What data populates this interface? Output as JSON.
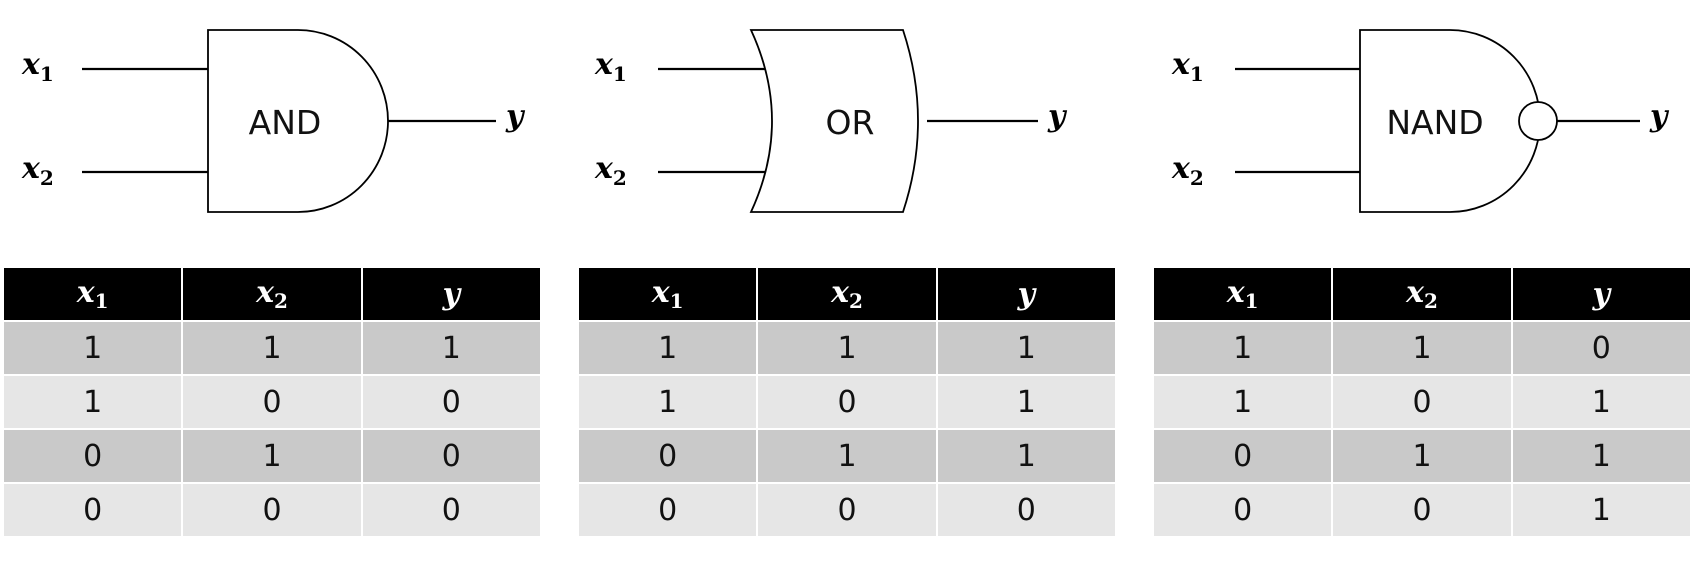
{
  "gates": [
    {
      "label": "AND",
      "inputs": [
        {
          "var": "x",
          "sub": "1"
        },
        {
          "var": "x",
          "sub": "2"
        }
      ],
      "output": "y",
      "table": {
        "headers": [
          {
            "var": "x",
            "sub": "1"
          },
          {
            "var": "x",
            "sub": "2"
          },
          {
            "var": "y",
            "sub": ""
          }
        ],
        "rows": [
          [
            "1",
            "1",
            "1"
          ],
          [
            "1",
            "0",
            "0"
          ],
          [
            "0",
            "1",
            "0"
          ],
          [
            "0",
            "0",
            "0"
          ]
        ]
      }
    },
    {
      "label": "OR",
      "inputs": [
        {
          "var": "x",
          "sub": "1"
        },
        {
          "var": "x",
          "sub": "2"
        }
      ],
      "output": "y",
      "table": {
        "headers": [
          {
            "var": "x",
            "sub": "1"
          },
          {
            "var": "x",
            "sub": "2"
          },
          {
            "var": "y",
            "sub": ""
          }
        ],
        "rows": [
          [
            "1",
            "1",
            "1"
          ],
          [
            "1",
            "0",
            "1"
          ],
          [
            "0",
            "1",
            "1"
          ],
          [
            "0",
            "0",
            "0"
          ]
        ]
      }
    },
    {
      "label": "NAND",
      "inputs": [
        {
          "var": "x",
          "sub": "1"
        },
        {
          "var": "x",
          "sub": "2"
        }
      ],
      "output": "y",
      "table": {
        "headers": [
          {
            "var": "x",
            "sub": "1"
          },
          {
            "var": "x",
            "sub": "2"
          },
          {
            "var": "y",
            "sub": ""
          }
        ],
        "rows": [
          [
            "1",
            "1",
            "0"
          ],
          [
            "1",
            "0",
            "1"
          ],
          [
            "0",
            "1",
            "1"
          ],
          [
            "0",
            "0",
            "1"
          ]
        ]
      }
    }
  ]
}
